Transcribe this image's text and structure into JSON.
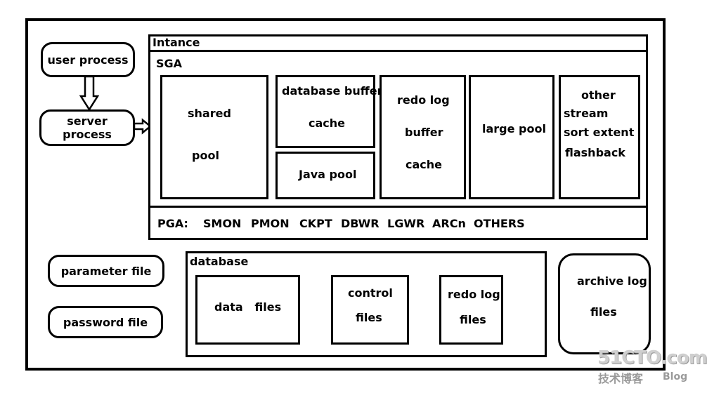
{
  "processes": {
    "user_process": "user process",
    "server_process": "server process"
  },
  "instance": {
    "title": "Intance",
    "sga_label": "SGA",
    "shared_pool": [
      "shared",
      "pool"
    ],
    "db_buffer_cache": [
      "database buffer",
      "cache"
    ],
    "java_pool": "Java pool",
    "redo_log_buffer_cache": [
      "redo log",
      "buffer",
      "cache"
    ],
    "large_pool": "large pool",
    "other": [
      "other",
      "stream",
      "sort extent",
      "flashback"
    ],
    "pga_row": [
      "PGA:",
      "SMON",
      "PMON",
      "CKPT",
      "DBWR",
      "LGWR",
      "ARCn",
      "OTHERS"
    ]
  },
  "files": {
    "parameter_file": "parameter file",
    "password_file": "password file"
  },
  "database": {
    "title": "database",
    "data_files": "data   files",
    "control_files": [
      "control",
      "files"
    ],
    "redo_log_files": [
      "redo log",
      "files"
    ]
  },
  "archive": [
    "archive log",
    "files"
  ],
  "watermark": {
    "brand": "51CTO.com",
    "subtitle": "技术博客",
    "blog": "Blog"
  }
}
